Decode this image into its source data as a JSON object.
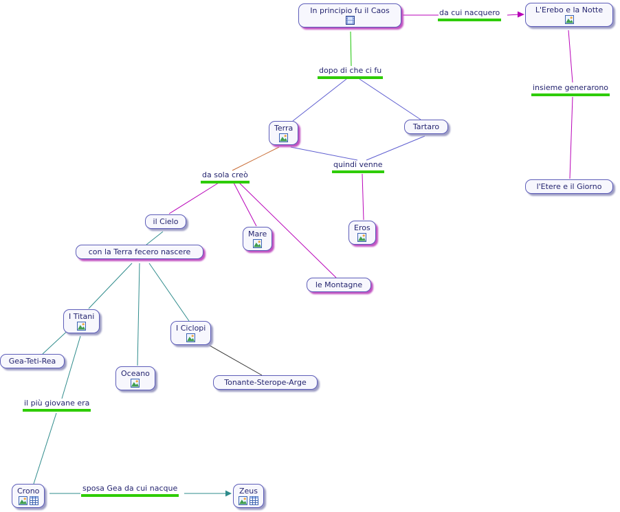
{
  "diagram": {
    "title": "Concept map: origin of the Greek gods (Italian)",
    "nodes": {
      "caos": {
        "label": "In principio fu il Caos",
        "icons": [
          "movie-icon"
        ]
      },
      "erebo": {
        "label": "L'Erebo e la Notte",
        "icons": [
          "image-icon"
        ]
      },
      "terra": {
        "label": "Terra",
        "icons": [
          "image-icon"
        ]
      },
      "tartaro": {
        "label": "Tartaro",
        "icons": []
      },
      "etere": {
        "label": "l'Etere e il Giorno",
        "icons": []
      },
      "cielo": {
        "label": "il Cielo",
        "icons": []
      },
      "mare": {
        "label": "Mare",
        "icons": [
          "image-icon"
        ]
      },
      "eros": {
        "label": "Eros",
        "icons": [
          "image-icon"
        ]
      },
      "montagne": {
        "label": "le  Montagne",
        "icons": []
      },
      "conlaterra": {
        "label": "con la  Terra fecero nascere",
        "icons": []
      },
      "titani": {
        "label": "I Titani",
        "icons": [
          "image-icon"
        ]
      },
      "gea": {
        "label": "Gea-Teti-Rea",
        "icons": []
      },
      "oceano": {
        "label": "Oceano",
        "icons": [
          "image-icon"
        ]
      },
      "ciclopi": {
        "label": "I Ciclopi",
        "icons": [
          "image-icon"
        ]
      },
      "tonante": {
        "label": "Tonante-Sterope-Arge",
        "icons": []
      },
      "crono": {
        "label": "Crono",
        "icons": [
          "image-icon",
          "table-icon"
        ]
      },
      "zeus": {
        "label": "Zeus",
        "icons": [
          "image-icon",
          "table-icon"
        ]
      }
    },
    "links": {
      "nacquero": {
        "label": "da cui nacquero"
      },
      "dopodiche": {
        "label": "dopo di che ci fu"
      },
      "generarono": {
        "label": "insieme generarono"
      },
      "quindivenne": {
        "label": "quindi venne"
      },
      "dasolacreo": {
        "label": "da sola creò"
      },
      "giovane": {
        "label": "il più giovane era"
      },
      "sposagea": {
        "label": "sposa Gea da cui nacque"
      }
    },
    "edges": [
      {
        "from": "In principio fu il Caos",
        "link": "da cui nacquero",
        "to": "L'Erebo e la Notte",
        "color": "magenta",
        "arrow": true
      },
      {
        "from": "In principio fu il Caos",
        "link": "dopo di che ci fu",
        "to": "Terra",
        "color": "blue"
      },
      {
        "from": "In principio fu il Caos",
        "link": "dopo di che ci fu",
        "to": "Tartaro",
        "color": "blue"
      },
      {
        "from": "Terra",
        "link": "quindi venne",
        "to": "Eros",
        "color": "blue/magenta"
      },
      {
        "from": "Tartaro",
        "link": "quindi venne",
        "to": "Eros",
        "color": "blue/magenta"
      },
      {
        "from": "L'Erebo e la Notte",
        "link": "insieme generarono",
        "to": "l'Etere e il Giorno",
        "color": "magenta"
      },
      {
        "from": "Terra",
        "link": "da sola creò",
        "to": "il Cielo",
        "color": "orange/magenta"
      },
      {
        "from": "Terra",
        "link": "da sola creò",
        "to": "Mare",
        "color": "orange/magenta"
      },
      {
        "from": "Terra",
        "link": "da sola creò",
        "to": "le Montagne",
        "color": "orange/magenta"
      },
      {
        "from": "il Cielo",
        "link": "con la  Terra fecero nascere",
        "to": "I Titani",
        "color": "teal"
      },
      {
        "from": "il Cielo",
        "link": "con la  Terra fecero nascere",
        "to": "Oceano",
        "color": "teal"
      },
      {
        "from": "il Cielo",
        "link": "con la  Terra fecero nascere",
        "to": "I Ciclopi",
        "color": "teal"
      },
      {
        "from": "I Titani",
        "link": "",
        "to": "Gea-Teti-Rea",
        "color": "teal"
      },
      {
        "from": "I Titani",
        "link": "il più giovane era",
        "to": "Crono",
        "color": "teal"
      },
      {
        "from": "I Ciclopi",
        "link": "",
        "to": "Tonante-Sterope-Arge",
        "color": "black"
      },
      {
        "from": "Crono",
        "link": "sposa Gea da cui nacque",
        "to": "Zeus",
        "color": "teal",
        "arrow": true
      }
    ],
    "palette": {
      "node_text": "#23236e",
      "node_border": "#5c5cb8",
      "node_bg": "#f7f7fd",
      "shadow_gray": "#9d9dc4",
      "shadow_magenta": "#c152c1",
      "underline_green": "#2ecc00",
      "line_magenta": "#b800b8",
      "line_blue": "#5d5dd0",
      "line_teal": "#2e8b8b",
      "line_orange": "#c86a32",
      "line_green": "#17c400",
      "line_black": "#303030"
    }
  }
}
